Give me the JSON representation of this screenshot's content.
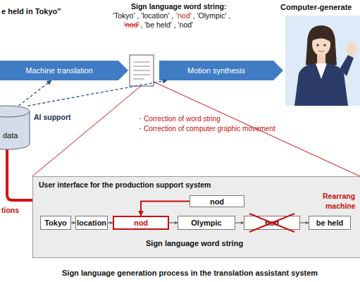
{
  "diagram": {
    "caption": "Sign language generation process in the translation assistant system",
    "nodes": [
      {
        "text": [
          "Machine translation"
        ]
      },
      {
        "text": [
          "Motion synthesis"
        ]
      },
      {
        "text": [
          "data"
        ]
      },
      {
        "text": [
          "User interface for the production support system",
          "Sign language word string"
        ]
      },
      {
        "text": [
          "nod"
        ],
        "in": 3
      },
      {
        "text": [
          "Tokyo"
        ],
        "in": 3
      },
      {
        "text": [
          "location"
        ],
        "in": 3
      },
      {
        "text": [
          "nod"
        ],
        "in": 3
      },
      {
        "text": [
          "Olympic"
        ],
        "in": 3
      },
      {
        "text": [
          "nod"
        ],
        "in": 3
      },
      {
        "text": [
          "be held"
        ],
        "in": 3
      }
    ],
    "edges": [
      {
        "from": 2,
        "to": 0,
        "arrow": "to"
      },
      {
        "from": 2,
        "to": 1,
        "arrow": "to"
      },
      {
        "from": 4,
        "to": 7,
        "arrow": "to"
      },
      {
        "from": 5,
        "to": 6,
        "arrow": "to"
      },
      {
        "from": 6,
        "to": 7,
        "arrow": "to"
      },
      {
        "from": 7,
        "to": 8,
        "arrow": "to"
      },
      {
        "from": 8,
        "to": 9,
        "arrow": "to"
      },
      {
        "from": 9,
        "to": 10,
        "arrow": "to"
      }
    ],
    "labels": [
      "e held in Tokyo\"",
      "Sign language word string:",
      "'Tokyo' , 'location' ,",
      "'nod'",
      ", 'Olympic' ,",
      "'nod'",
      ", 'be held' , 'nod'",
      "Computer-generate",
      "AI support",
      "・Correction of word string",
      "・Correction of computer graphic movement",
      "Rearrang",
      "machine",
      "tions"
    ]
  }
}
